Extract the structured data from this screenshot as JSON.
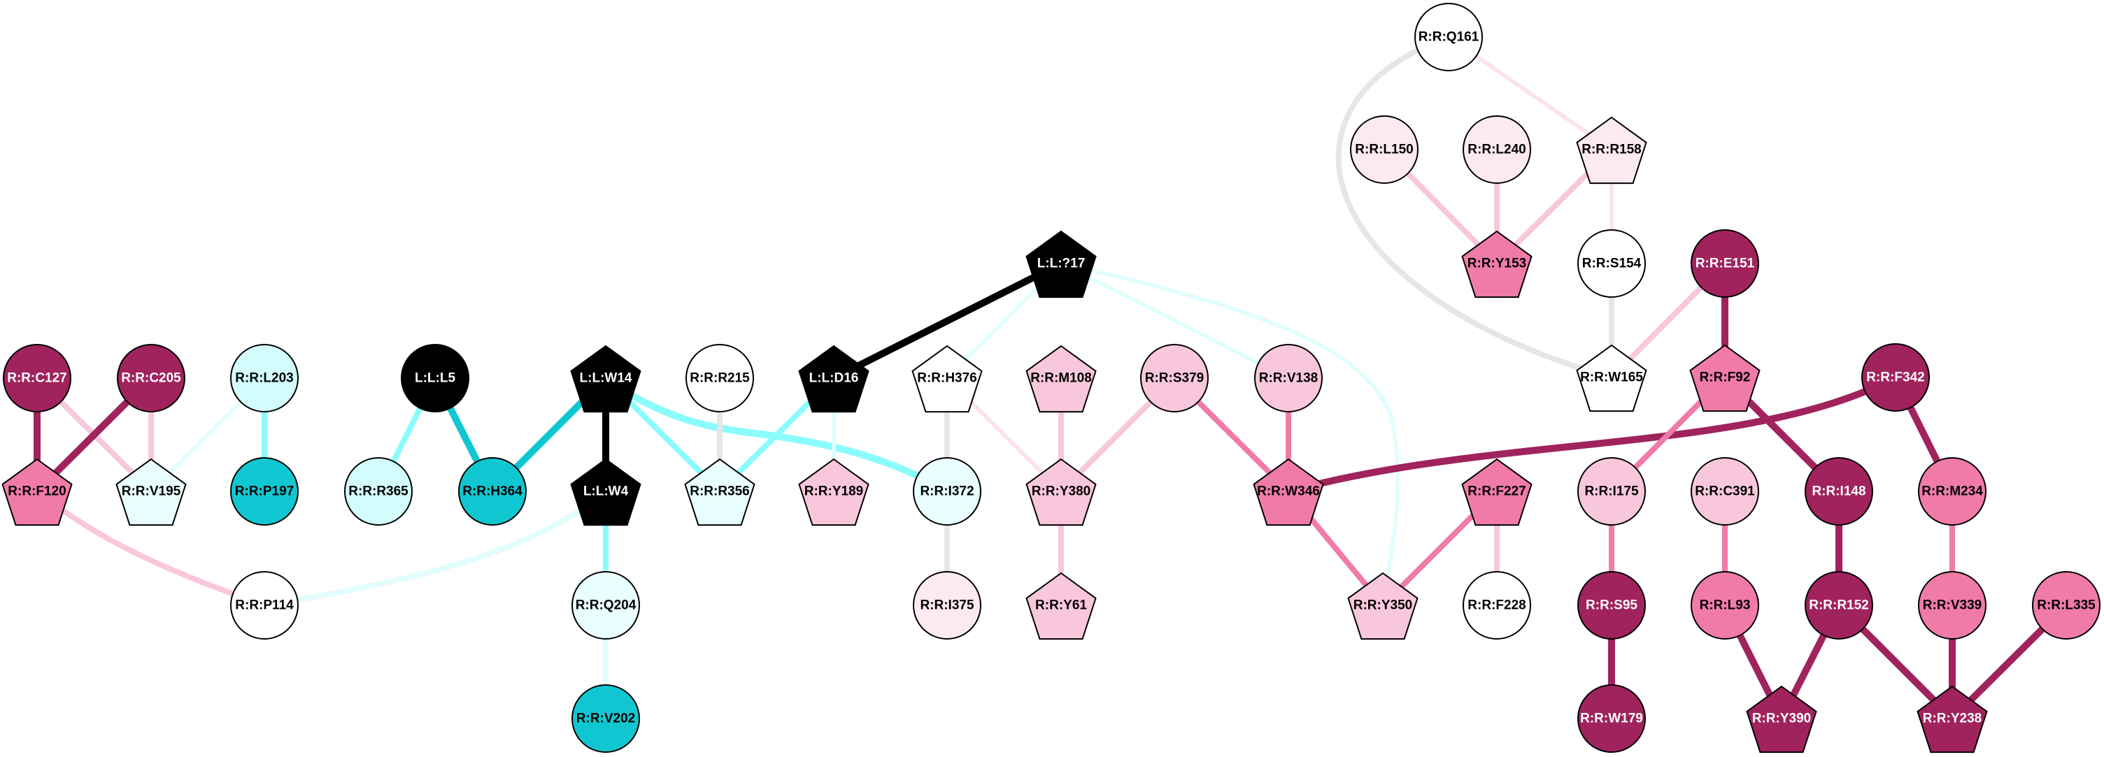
{
  "palette": {
    "maroon": "#a0235e",
    "pink": "#f07ba9",
    "lightpink": "#f9c7dc",
    "vlpink": "#fce9f1",
    "white": "#ffffff",
    "black": "#000000",
    "teal": "#10c7d1",
    "lightcyan": "#d3fcfc",
    "vlcyan": "#e9fefe",
    "cyan": "#8afcfc",
    "grey": "#e6e6e6",
    "edge_vlpink": "#fbe4ed",
    "edge_vlcyan": "#e2fdfd"
  },
  "nodes": [
    {
      "id": "R:R:C127",
      "shape": "circle",
      "fill": "maroon"
    },
    {
      "id": "R:R:C205",
      "shape": "circle",
      "fill": "maroon"
    },
    {
      "id": "R:R:L203",
      "shape": "circle",
      "fill": "lightcyan"
    },
    {
      "id": "L:L:L5",
      "shape": "circle",
      "fill": "black"
    },
    {
      "id": "L:L:W14",
      "shape": "pentagon",
      "fill": "black"
    },
    {
      "id": "R:R:R215",
      "shape": "circle",
      "fill": "white"
    },
    {
      "id": "L:L:D16",
      "shape": "pentagon",
      "fill": "black"
    },
    {
      "id": "R:R:H376",
      "shape": "pentagon",
      "fill": "white"
    },
    {
      "id": "R:R:M108",
      "shape": "pentagon",
      "fill": "lightpink"
    },
    {
      "id": "R:R:S379",
      "shape": "circle",
      "fill": "lightpink"
    },
    {
      "id": "R:R:V138",
      "shape": "circle",
      "fill": "lightpink"
    },
    {
      "id": "L:L:?17",
      "shape": "pentagon",
      "fill": "black"
    },
    {
      "id": "R:R:Q161",
      "shape": "circle",
      "fill": "white"
    },
    {
      "id": "R:R:L150",
      "shape": "circle",
      "fill": "vlpink"
    },
    {
      "id": "R:R:L240",
      "shape": "circle",
      "fill": "vlpink"
    },
    {
      "id": "R:R:R158",
      "shape": "pentagon",
      "fill": "vlpink"
    },
    {
      "id": "R:R:Y153",
      "shape": "pentagon",
      "fill": "pink"
    },
    {
      "id": "R:R:S154",
      "shape": "circle",
      "fill": "white"
    },
    {
      "id": "R:R:E151",
      "shape": "circle",
      "fill": "maroon"
    },
    {
      "id": "R:R:W165",
      "shape": "pentagon",
      "fill": "white"
    },
    {
      "id": "R:R:F92",
      "shape": "pentagon",
      "fill": "pink"
    },
    {
      "id": "R:R:F342",
      "shape": "circle",
      "fill": "maroon"
    },
    {
      "id": "R:R:F120",
      "shape": "pentagon",
      "fill": "pink"
    },
    {
      "id": "R:R:V195",
      "shape": "pentagon",
      "fill": "vlcyan"
    },
    {
      "id": "R:R:P197",
      "shape": "circle",
      "fill": "teal"
    },
    {
      "id": "R:R:R365",
      "shape": "circle",
      "fill": "lightcyan"
    },
    {
      "id": "R:R:H364",
      "shape": "circle",
      "fill": "teal"
    },
    {
      "id": "L:L:W4",
      "shape": "pentagon",
      "fill": "black"
    },
    {
      "id": "R:R:R356",
      "shape": "pentagon",
      "fill": "vlcyan"
    },
    {
      "id": "R:R:Y189",
      "shape": "pentagon",
      "fill": "lightpink"
    },
    {
      "id": "R:R:I372",
      "shape": "circle",
      "fill": "vlcyan"
    },
    {
      "id": "R:R:Y380",
      "shape": "pentagon",
      "fill": "lightpink"
    },
    {
      "id": "R:R:W346",
      "shape": "pentagon",
      "fill": "pink"
    },
    {
      "id": "R:R:F227",
      "shape": "pentagon",
      "fill": "pink"
    },
    {
      "id": "R:R:I175",
      "shape": "circle",
      "fill": "lightpink"
    },
    {
      "id": "R:R:C391",
      "shape": "circle",
      "fill": "lightpink"
    },
    {
      "id": "R:R:I148",
      "shape": "circle",
      "fill": "maroon"
    },
    {
      "id": "R:R:M234",
      "shape": "circle",
      "fill": "pink"
    },
    {
      "id": "R:R:P114",
      "shape": "circle",
      "fill": "white"
    },
    {
      "id": "R:R:Q204",
      "shape": "circle",
      "fill": "vlcyan"
    },
    {
      "id": "R:R:I375",
      "shape": "circle",
      "fill": "vlpink"
    },
    {
      "id": "R:R:Y61",
      "shape": "pentagon",
      "fill": "lightpink"
    },
    {
      "id": "R:R:Y350",
      "shape": "pentagon",
      "fill": "lightpink"
    },
    {
      "id": "R:R:F228",
      "shape": "circle",
      "fill": "white"
    },
    {
      "id": "R:R:S95",
      "shape": "circle",
      "fill": "maroon"
    },
    {
      "id": "R:R:L93",
      "shape": "circle",
      "fill": "pink"
    },
    {
      "id": "R:R:R152",
      "shape": "circle",
      "fill": "maroon"
    },
    {
      "id": "R:R:V339",
      "shape": "circle",
      "fill": "pink"
    },
    {
      "id": "R:R:L335",
      "shape": "circle",
      "fill": "pink"
    },
    {
      "id": "R:R:V202",
      "shape": "circle",
      "fill": "teal"
    },
    {
      "id": "R:R:W179",
      "shape": "circle",
      "fill": "maroon"
    },
    {
      "id": "R:R:Y390",
      "shape": "pentagon",
      "fill": "maroon"
    },
    {
      "id": "R:R:Y238",
      "shape": "pentagon",
      "fill": "maroon"
    }
  ],
  "edges": [
    {
      "s": "R:R:C127",
      "t": "R:R:F120",
      "color": "maroon",
      "weight": 3
    },
    {
      "s": "R:R:C127",
      "t": "R:R:V195",
      "color": "lightpink",
      "weight": 2
    },
    {
      "s": "R:R:C205",
      "t": "R:R:F120",
      "color": "maroon",
      "weight": 3
    },
    {
      "s": "R:R:C205",
      "t": "R:R:V195",
      "color": "lightpink",
      "weight": 2
    },
    {
      "s": "R:R:L203",
      "t": "R:R:V195",
      "color": "edge_vlcyan",
      "weight": 1
    },
    {
      "s": "R:R:L203",
      "t": "R:R:P197",
      "color": "cyan",
      "weight": 2
    },
    {
      "s": "R:R:F120",
      "t": "R:R:P114",
      "color": "lightpink",
      "weight": 2
    },
    {
      "s": "L:L:L5",
      "t": "R:R:R365",
      "color": "cyan",
      "weight": 2
    },
    {
      "s": "L:L:L5",
      "t": "R:R:H364",
      "color": "teal",
      "weight": 3
    },
    {
      "s": "L:L:W14",
      "t": "R:R:H364",
      "color": "teal",
      "weight": 3
    },
    {
      "s": "L:L:W14",
      "t": "L:L:W4",
      "color": "black",
      "weight": 3
    },
    {
      "s": "L:L:W14",
      "t": "R:R:R356",
      "color": "cyan",
      "weight": 2
    },
    {
      "s": "L:L:W14",
      "t": "R:R:I372",
      "color": "cyan",
      "weight": 3
    },
    {
      "s": "L:L:W4",
      "t": "R:R:P114",
      "color": "edge_vlcyan",
      "weight": 2
    },
    {
      "s": "L:L:W4",
      "t": "R:R:Q204",
      "color": "cyan",
      "weight": 2
    },
    {
      "s": "R:R:Q204",
      "t": "R:R:V202",
      "color": "edge_vlcyan",
      "weight": 2
    },
    {
      "s": "R:R:R215",
      "t": "R:R:R356",
      "color": "grey",
      "weight": 2
    },
    {
      "s": "L:L:D16",
      "t": "R:R:R356",
      "color": "cyan",
      "weight": 2
    },
    {
      "s": "L:L:D16",
      "t": "R:R:Y189",
      "color": "edge_vlcyan",
      "weight": 1
    },
    {
      "s": "L:L:?17",
      "t": "L:L:D16",
      "color": "black",
      "weight": 3
    },
    {
      "s": "L:L:?17",
      "t": "R:R:H376",
      "color": "edge_vlcyan",
      "weight": 1
    },
    {
      "s": "L:L:?17",
      "t": "R:R:V138",
      "color": "edge_vlcyan",
      "weight": 1
    },
    {
      "s": "L:L:?17",
      "t": "R:R:Y350",
      "color": "edge_vlcyan",
      "weight": 1
    },
    {
      "s": "R:R:H376",
      "t": "R:R:I372",
      "color": "grey",
      "weight": 2
    },
    {
      "s": "R:R:H376",
      "t": "R:R:Y380",
      "color": "edge_vlpink",
      "weight": 1
    },
    {
      "s": "R:R:M108",
      "t": "R:R:Y380",
      "color": "lightpink",
      "weight": 2
    },
    {
      "s": "R:R:S379",
      "t": "R:R:Y380",
      "color": "lightpink",
      "weight": 2
    },
    {
      "s": "R:R:S379",
      "t": "R:R:W346",
      "color": "pink",
      "weight": 2
    },
    {
      "s": "R:R:V138",
      "t": "R:R:W346",
      "color": "pink",
      "weight": 2
    },
    {
      "s": "R:R:I372",
      "t": "R:R:I375",
      "color": "grey",
      "weight": 2
    },
    {
      "s": "R:R:Y380",
      "t": "R:R:Y61",
      "color": "lightpink",
      "weight": 2
    },
    {
      "s": "R:R:W346",
      "t": "R:R:Y350",
      "color": "pink",
      "weight": 2
    },
    {
      "s": "R:R:F227",
      "t": "R:R:Y350",
      "color": "pink",
      "weight": 2
    },
    {
      "s": "R:R:F227",
      "t": "R:R:F228",
      "color": "lightpink",
      "weight": 2
    },
    {
      "s": "R:R:W346",
      "t": "R:R:F342",
      "color": "maroon",
      "weight": 3
    },
    {
      "s": "R:R:Q161",
      "t": "R:R:R158",
      "color": "edge_vlpink",
      "weight": 1
    },
    {
      "s": "R:R:Q161",
      "t": "R:R:W165",
      "color": "grey",
      "weight": 2
    },
    {
      "s": "R:R:L150",
      "t": "R:R:Y153",
      "color": "lightpink",
      "weight": 2
    },
    {
      "s": "R:R:L240",
      "t": "R:R:Y153",
      "color": "lightpink",
      "weight": 2
    },
    {
      "s": "R:R:R158",
      "t": "R:R:Y153",
      "color": "lightpink",
      "weight": 2
    },
    {
      "s": "R:R:R158",
      "t": "R:R:S154",
      "color": "edge_vlpink",
      "weight": 1
    },
    {
      "s": "R:R:S154",
      "t": "R:R:W165",
      "color": "grey",
      "weight": 2
    },
    {
      "s": "R:R:E151",
      "t": "R:R:W165",
      "color": "lightpink",
      "weight": 2
    },
    {
      "s": "R:R:E151",
      "t": "R:R:F92",
      "color": "maroon",
      "weight": 3
    },
    {
      "s": "R:R:F92",
      "t": "R:R:I175",
      "color": "pink",
      "weight": 2
    },
    {
      "s": "R:R:F92",
      "t": "R:R:I148",
      "color": "maroon",
      "weight": 3
    },
    {
      "s": "R:R:F342",
      "t": "R:R:M234",
      "color": "maroon",
      "weight": 3
    },
    {
      "s": "R:R:I175",
      "t": "R:R:S95",
      "color": "pink",
      "weight": 2
    },
    {
      "s": "R:R:C391",
      "t": "R:R:L93",
      "color": "pink",
      "weight": 2
    },
    {
      "s": "R:R:I148",
      "t": "R:R:R152",
      "color": "maroon",
      "weight": 3
    },
    {
      "s": "R:R:M234",
      "t": "R:R:V339",
      "color": "pink",
      "weight": 2
    },
    {
      "s": "R:R:S95",
      "t": "R:R:W179",
      "color": "maroon",
      "weight": 3
    },
    {
      "s": "R:R:L93",
      "t": "R:R:Y390",
      "color": "maroon",
      "weight": 3
    },
    {
      "s": "R:R:R152",
      "t": "R:R:Y390",
      "color": "maroon",
      "weight": 3
    },
    {
      "s": "R:R:R152",
      "t": "R:R:Y238",
      "color": "maroon",
      "weight": 3
    },
    {
      "s": "R:R:V339",
      "t": "R:R:Y238",
      "color": "maroon",
      "weight": 3
    },
    {
      "s": "R:R:L335",
      "t": "R:R:Y238",
      "color": "maroon",
      "weight": 3
    }
  ]
}
